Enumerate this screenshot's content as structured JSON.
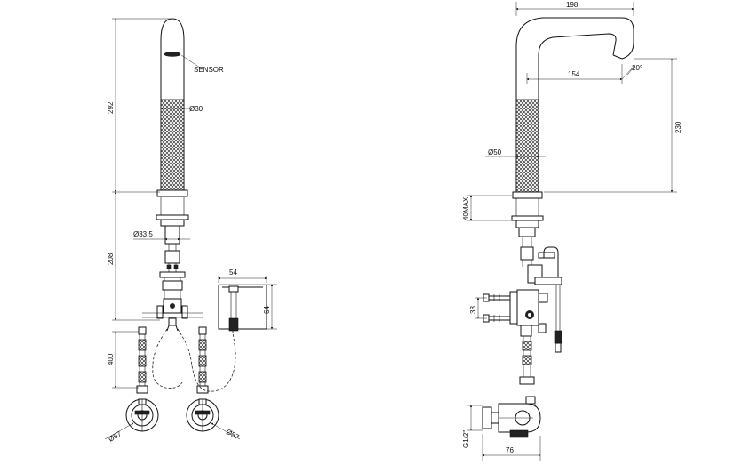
{
  "front_view": {
    "sensor_label": "SENSOR",
    "spout_diameter": "Ø30",
    "height_spout": "292",
    "height_body": "208",
    "base_diameter": "Ø33.5",
    "hose_length": "400",
    "box_width": "54",
    "box_height": "64",
    "flange_diameter_left": "Ø57",
    "flange_diameter_right": "Ø57"
  },
  "side_view": {
    "spout_reach_total": "198",
    "spout_reach_inner": "154",
    "spout_angle": "20°",
    "spout_height": "230",
    "body_diameter": "Ø50",
    "deck_max": "40MAX",
    "bracket_height": "38",
    "thread_size": "G1/2\"",
    "outlet_width": "76"
  }
}
